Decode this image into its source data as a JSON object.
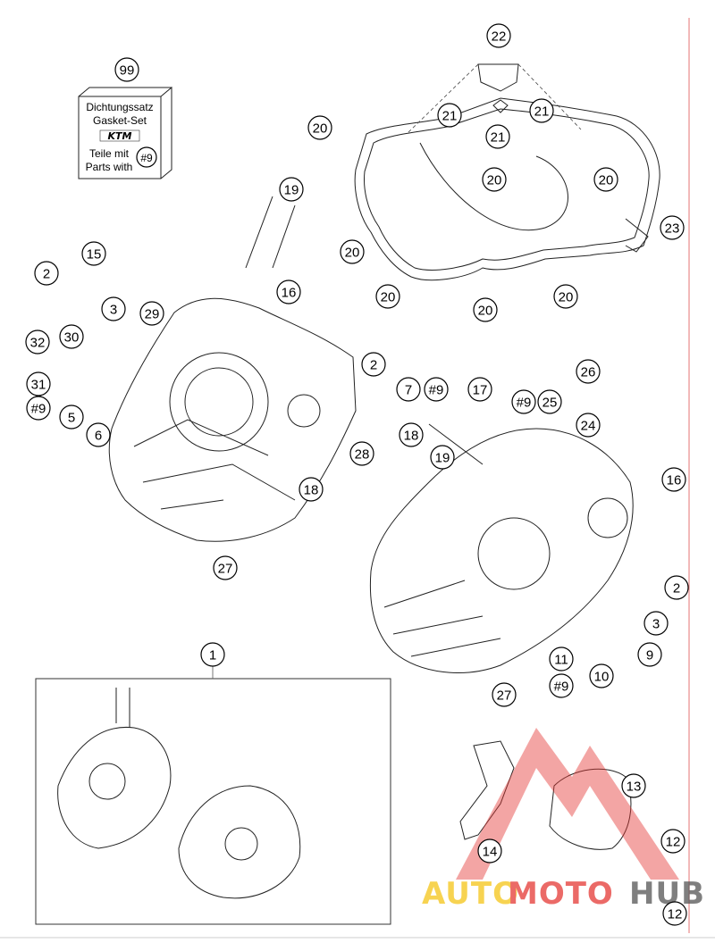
{
  "gasket_set": {
    "callout": "99",
    "line1": "Dichtungssatz",
    "line2": "Gasket-Set",
    "logo": "KTM",
    "line3": "Teile mit",
    "line4": "Parts with",
    "ref": "#9"
  },
  "callouts": {
    "c1": "1",
    "c2a": "2",
    "c2b": "2",
    "c2c": "2",
    "c3a": "3",
    "c3b": "3",
    "c5": "5",
    "c6": "6",
    "c7": "7",
    "c9": "9",
    "c9a": "#9",
    "c9b": "#9",
    "c9c": "#9",
    "c9d": "#9",
    "c10": "10",
    "c11": "11",
    "c12a": "12",
    "c12b": "12",
    "c13": "13",
    "c14": "14",
    "c15": "15",
    "c16a": "16",
    "c16b": "16",
    "c17": "17",
    "c18a": "18",
    "c18b": "18",
    "c19a": "19",
    "c19b": "19",
    "c20a": "20",
    "c20b": "20",
    "c20c": "20",
    "c20d": "20",
    "c20e": "20",
    "c20f": "20",
    "c20g": "20",
    "c21a": "21",
    "c21b": "21",
    "c21c": "21",
    "c22": "22",
    "c23": "23",
    "c24": "24",
    "c25": "25",
    "c26": "26",
    "c27a": "27",
    "c27b": "27",
    "c28": "28",
    "c29": "29",
    "c30": "30",
    "c31": "31",
    "c32": "32"
  },
  "watermark": {
    "part1": "AUTO",
    "part2": "MOTO",
    "part3": "HUB",
    "color1": "#f5c518",
    "color2": "#e53935",
    "color3": "#555555"
  },
  "colors": {
    "line": "#222222",
    "accent_red": "#e53935"
  }
}
